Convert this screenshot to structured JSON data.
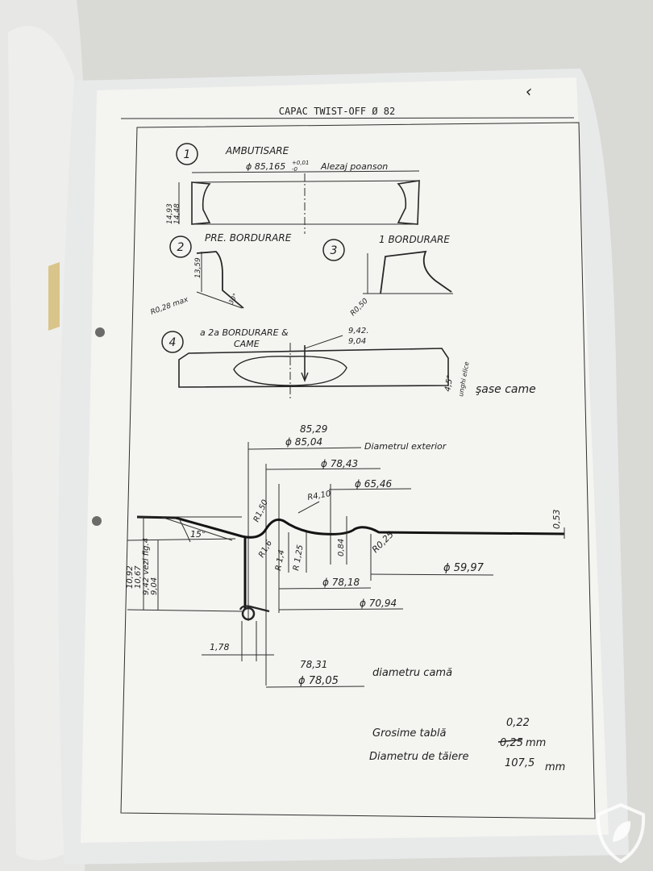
{
  "sheet": {
    "title": "CAPAC TWIST-OFF Ø 82",
    "corner_mark": "‹"
  },
  "steps": {
    "s1": {
      "num": "1",
      "name": "AMBUTISARE",
      "dim": "ϕ 85,165",
      "tol": "+0,01",
      "tol2": "-0",
      "note": "Alezaj poanson",
      "h1": "14,93",
      "h2": "14,48"
    },
    "s2": {
      "num": "2",
      "name": "PRE. BORDURARE",
      "h": "13,59",
      "r": "R0,28 max",
      "ang": "30°"
    },
    "s3": {
      "num": "3",
      "name": "1 BORDURARE",
      "r": "R0,50"
    },
    "s4": {
      "num": "4",
      "name1": "a 2a BORDURARE &",
      "name2": "CAME",
      "d1": "9,42.",
      "d2": "9,04",
      "ang": "4,5°",
      "ang_note": "unghi elice",
      "note": "şase came"
    }
  },
  "section": {
    "d_ext1": "85,29",
    "d_ext2": "ϕ 85,04",
    "d_ext_label": "Diametrul exterior",
    "d7843": "ϕ 78,43",
    "d6546": "ϕ 65,46",
    "r410": "R4,10",
    "r150": "R1,50",
    "t053": "0,53",
    "ang15": "15°",
    "h1": "10,92",
    "h2": "10,67",
    "h3": "9,42 vezi fig.4",
    "h4": "9,04",
    "r16": "R1,6",
    "r14": "R 1,4",
    "r125": "R 1,25",
    "v084": "0,84",
    "r025": "R0,25",
    "d5997": "ϕ 59,97",
    "d7818": "ϕ 78,18",
    "d7094": "ϕ 70,94",
    "v178": "1,78",
    "dc1": "78,31",
    "dc2": "ϕ 78,05",
    "dc_label": "diametru camă"
  },
  "footer": {
    "thick_label": "Grosime tablă",
    "thick_new": "0,22",
    "thick_old": "0,25",
    "thick_unit": "mm",
    "cut_label": "Diametru de tăiere",
    "cut_value": "107,5",
    "cut_unit": "mm"
  },
  "watermark": {
    "icon": "shield-leaf-icon"
  },
  "colors": {
    "paper": "#f4f4f1",
    "ink": "#1f1f1f",
    "sleeve": "#e9eaea"
  }
}
